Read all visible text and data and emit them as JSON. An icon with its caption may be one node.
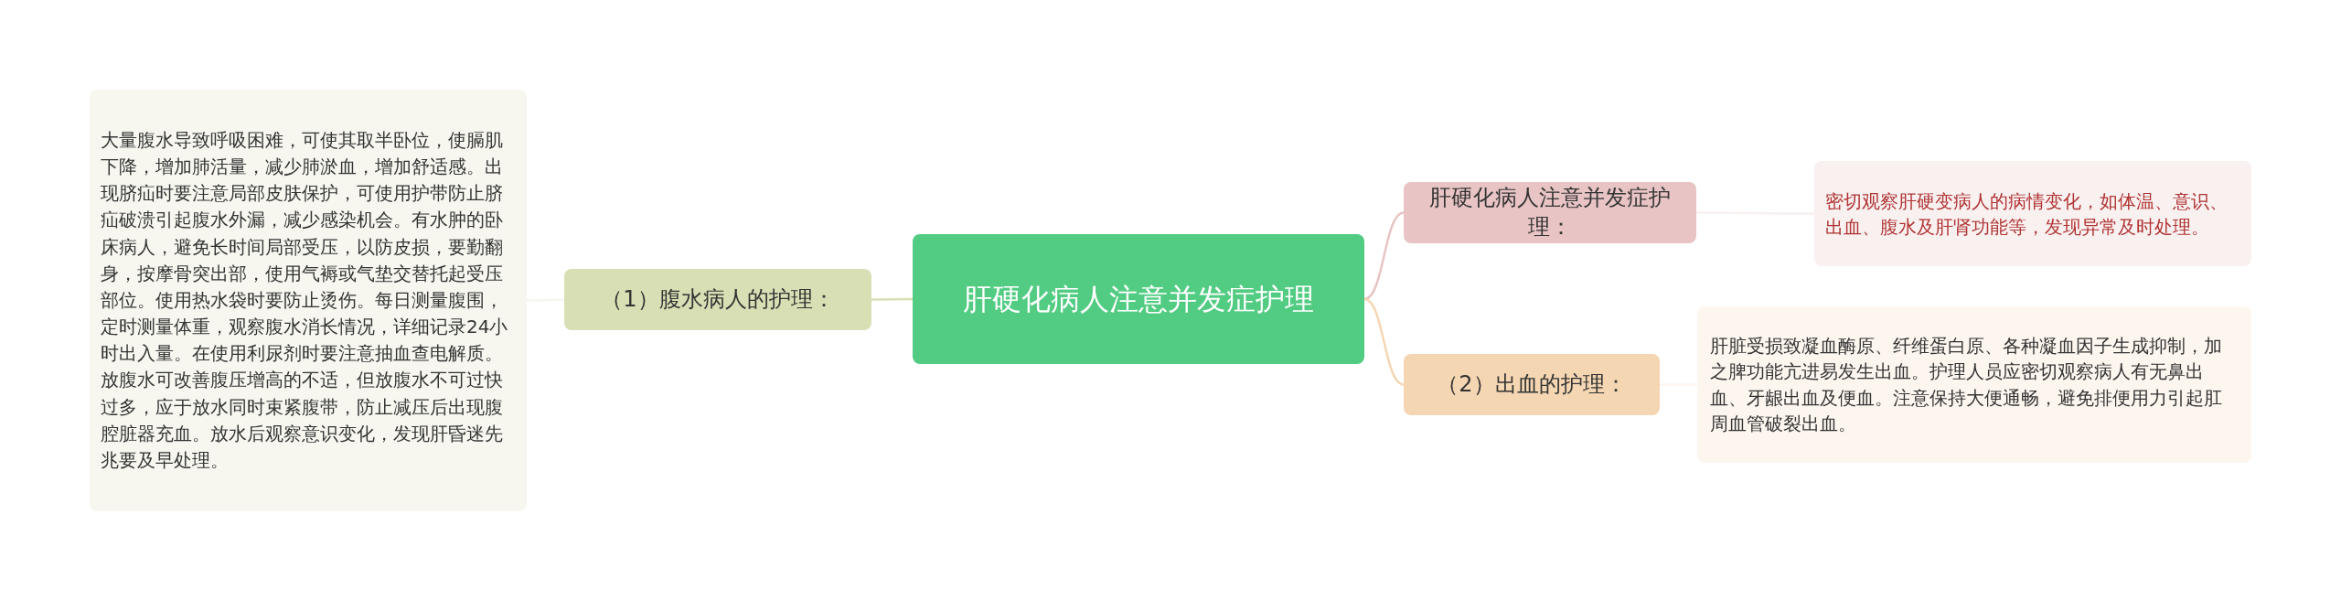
{
  "diagram": {
    "nodes": [
      {
        "text": [
          "肝硬化病人注意并发症护理"
        ]
      },
      {
        "text": [
          "（1）腹水病人的护理："
        ]
      },
      {
        "text": [
          "大量腹水导致呼吸困难，可使其取半卧位，使膈肌下降，增加肺活量，减少肺淤血，增加舒适感。出现脐疝时要注意局部皮肤保护，可使用护带防止脐疝破溃引起腹水外漏，减少感染机会。有水肿的卧床病人，避免长时间局部受压，以防皮损，要勤翻身，按摩骨突出部，使用气褥或气垫交替托起受压部位。使用热水袋时要防止烫伤。每日测量腹围，定时测量体重，观察腹水消长情况，详细记录24小时出入量。在使用利尿剂时要注意抽血查电解质。放腹水可改善腹压增高的不适，但放腹水不可过快过多，应于放水同时束紧腹带，防止减压后出现腹腔脏器充血。放水后观察意识变化，发现肝昏迷先兆要及早处理。"
        ]
      },
      {
        "text": [
          "肝硬化病人注意并发症护理："
        ]
      },
      {
        "text": [
          "密切观察肝硬变病人的病情变化，如体温、意识、出血、腹水及肝肾功能等，发现异常及时处理。"
        ]
      },
      {
        "text": [
          "（2）出血的护理："
        ]
      },
      {
        "text": [
          "肝脏受损致凝血酶原、纤维蛋白原、各种凝血因子生成抑制，加之脾功能亢进易发生出血。护理人员应密切观察病人有无鼻出血、牙龈出血及便血。注意保持大便通畅，避免排便用力引起肛周血管破裂出血。"
        ]
      }
    ],
    "edges": [
      {
        "from": 0,
        "to": 1,
        "arrow": "none"
      },
      {
        "from": 1,
        "to": 2,
        "arrow": "none"
      },
      {
        "from": 0,
        "to": 3,
        "arrow": "none"
      },
      {
        "from": 3,
        "to": 4,
        "arrow": "none"
      },
      {
        "from": 0,
        "to": 5,
        "arrow": "none"
      },
      {
        "from": 5,
        "to": 6,
        "arrow": "none"
      }
    ]
  }
}
